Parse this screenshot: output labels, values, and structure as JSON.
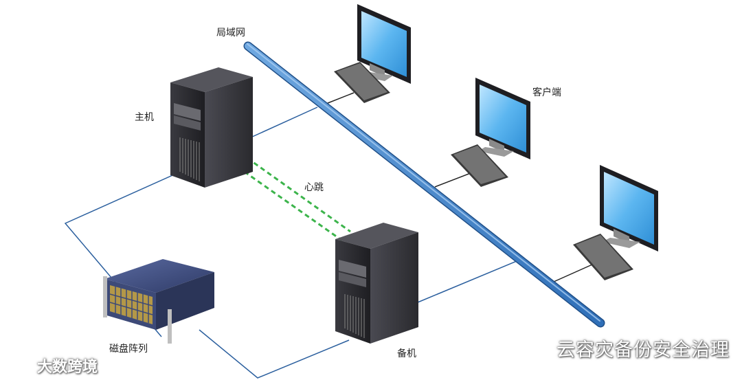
{
  "labels": {
    "lan": "局域网",
    "host": "主机",
    "heartbeat": "心跳",
    "standby": "备机",
    "client": "客户端",
    "disk_array": "磁盘阵列"
  },
  "watermarks": {
    "right": "云容灾备份安全治理",
    "left": "大数跨境"
  },
  "colors": {
    "lan_bus": "#3f86cf",
    "links": "#2b5f9e",
    "heartbeat": "#3cb44b",
    "server_body": "#2f2f33",
    "monitor_screen": "#4aa9e6",
    "disk_array": "#3b4a7a"
  }
}
